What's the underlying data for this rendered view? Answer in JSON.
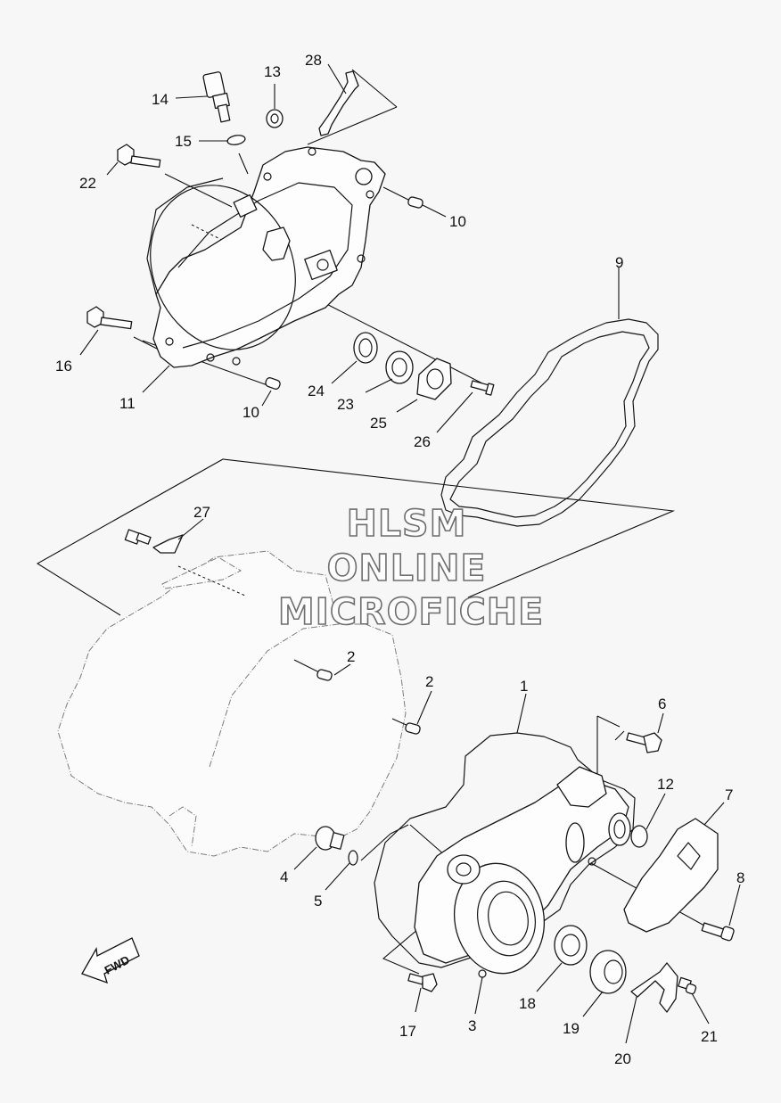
{
  "watermark": {
    "line1": "HLSM",
    "line2": "ONLINE",
    "line3": "MICROFICHE"
  },
  "fwd_label": "FWD",
  "callouts": {
    "c1": "1",
    "c2a": "2",
    "c2b": "2",
    "c3": "3",
    "c4": "4",
    "c5": "5",
    "c6": "6",
    "c7": "7",
    "c8": "8",
    "c9": "9",
    "c10a": "10",
    "c10b": "10",
    "c11": "11",
    "c12": "12",
    "c13": "13",
    "c14": "14",
    "c15": "15",
    "c16": "16",
    "c17": "17",
    "c18": "18",
    "c19": "19",
    "c20": "20",
    "c21": "21",
    "c22": "22",
    "c23": "23",
    "c24": "24",
    "c25": "25",
    "c26": "26",
    "c27": "27",
    "c28": "28"
  }
}
